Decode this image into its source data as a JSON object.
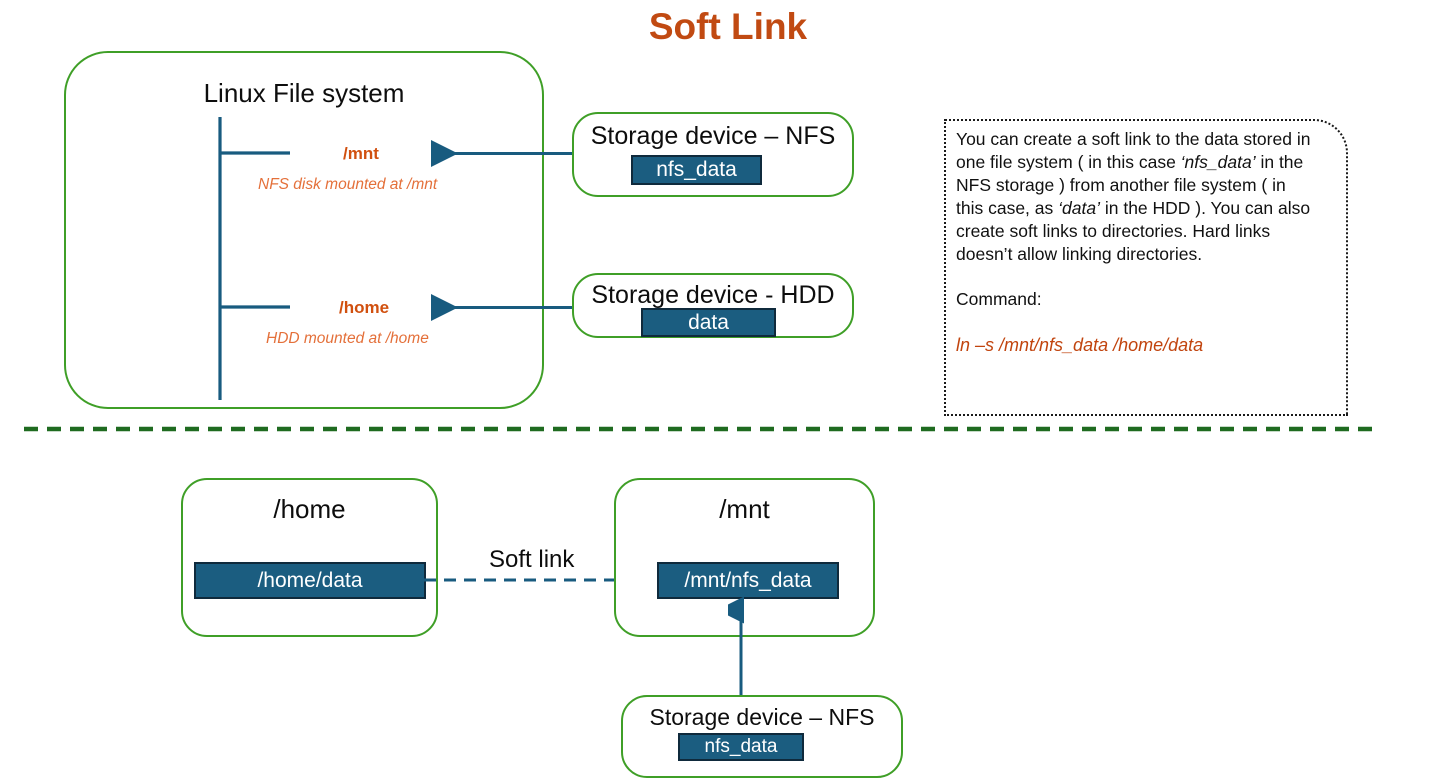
{
  "title": "Soft Link",
  "filesystem": {
    "heading": "Linux File system",
    "nodes": [
      {
        "path": "/mnt",
        "note": "NFS disk mounted at /mnt"
      },
      {
        "path": "/home",
        "note": "HDD mounted at /home"
      }
    ]
  },
  "storage_top": {
    "heading": "Storage device – NFS",
    "chip": "nfs_data"
  },
  "storage_mid": {
    "heading": "Storage device - HDD",
    "chip": "data"
  },
  "note": {
    "paragraph_1": "You can create a soft link to the data stored in one file system ( in this case ",
    "italic_1": "‘nfs_data’",
    "paragraph_2": " in the NFS storage ) from another file system ( in this case, as ",
    "italic_2": "‘data’",
    "paragraph_3": " in the HDD ). You can also create soft links to directories. Hard links doesn’t allow linking directories.",
    "command_label": "Command:",
    "command": "ln –s /mnt/nfs_data /home/data"
  },
  "bottom": {
    "home_box": {
      "heading": "/home",
      "chip": "/home/data"
    },
    "mnt_box": {
      "heading": "/mnt",
      "chip": "/mnt/nfs_data"
    },
    "soft_link_label": "Soft link",
    "storage_nfs": {
      "heading": "Storage device – NFS",
      "chip": "nfs_data"
    }
  },
  "colors": {
    "title_orange": "#c14a12",
    "green_border": "#3f9f27",
    "chip_fill": "#1b5d80",
    "chip_stroke": "#0f2a3c",
    "arrow_blue": "#185b7f",
    "path_orange": "#d1500f",
    "note_orange": "#e4703a",
    "divider_green": "#1f6b20"
  },
  "divider": {
    "style": "dashed",
    "color": "#1f6b20"
  }
}
